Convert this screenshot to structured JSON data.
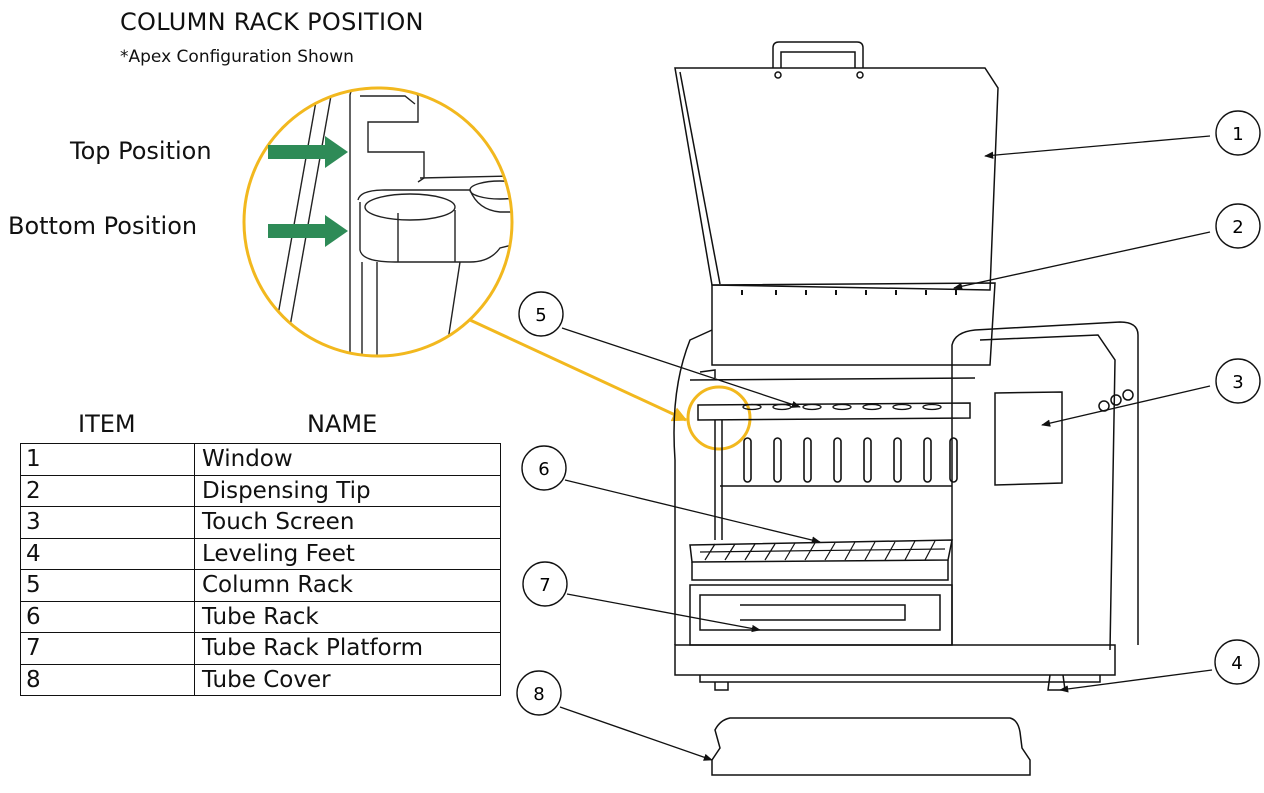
{
  "header": {
    "title": "COLUMN RACK POSITION",
    "subtitle": "*Apex Configuration Shown"
  },
  "inset": {
    "top_label": "Top Position",
    "bottom_label": "Bottom Position",
    "arrow_color": "#2e8b57",
    "circle_color": "#f2b81e"
  },
  "legend": {
    "item_header": "ITEM",
    "name_header": "NAME",
    "rows": [
      {
        "item": "1",
        "name": "Window"
      },
      {
        "item": "2",
        "name": "Dispensing Tip"
      },
      {
        "item": "3",
        "name": "Touch Screen"
      },
      {
        "item": "4",
        "name": "Leveling Feet"
      },
      {
        "item": "5",
        "name": "Column Rack"
      },
      {
        "item": "6",
        "name": "Tube Rack"
      },
      {
        "item": "7",
        "name": "Tube Rack Platform"
      },
      {
        "item": "8",
        "name": "Tube Cover"
      }
    ]
  },
  "callouts": [
    "1",
    "2",
    "3",
    "4",
    "5",
    "6",
    "7",
    "8"
  ]
}
